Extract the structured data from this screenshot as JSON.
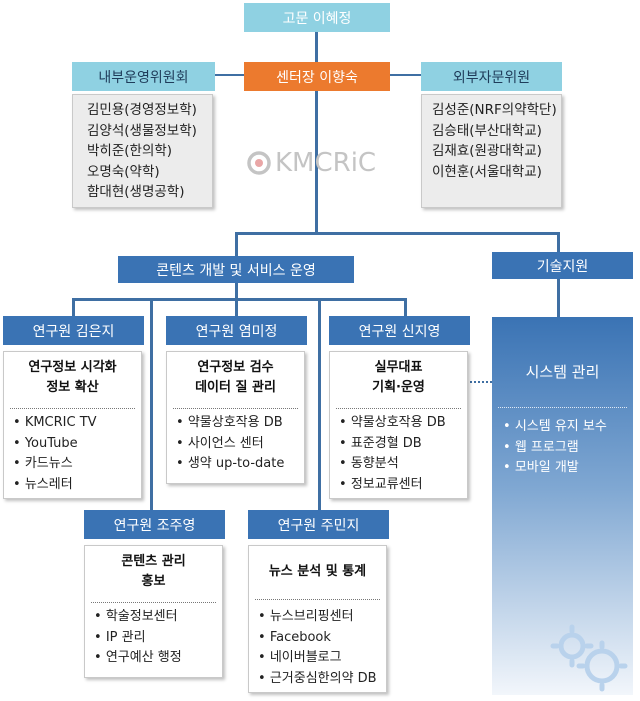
{
  "advisor": "고문 이혜정",
  "director": "센터장 이향숙",
  "internal_committee": {
    "title": "내부운영위원회",
    "members": [
      "김민용(경영정보학)",
      "김양석(생물정보학)",
      "박히준(한의학)",
      "오명숙(약학)",
      "함대현(생명공학)"
    ]
  },
  "external_committee": {
    "title": "외부자문위원",
    "members": [
      "김성준(NRF의약학단)",
      "김승태(부산대학교)",
      "김재효(원광대학교)",
      "이현훈(서울대학교)"
    ]
  },
  "logo_text": "KMCRiC",
  "content_dept": "콘텐츠 개발 및 서비스 운영",
  "tech_dept": "기술지원",
  "researchers": [
    {
      "name": "연구원 김은지",
      "duty": [
        "연구정보 시각화",
        "정보 확산"
      ],
      "items": [
        "KMCRIC TV",
        "YouTube",
        "카드뉴스",
        "뉴스레터"
      ]
    },
    {
      "name": "연구원 염미정",
      "duty": [
        "연구정보 검수",
        "데이터 질 관리"
      ],
      "items": [
        "약물상호작용 DB",
        "사이언스 센터",
        "생약 up-to-date"
      ]
    },
    {
      "name": "연구원 신지영",
      "duty": [
        "실무대표",
        "기획·운영"
      ],
      "items": [
        "약물상호작용 DB",
        "표준경혈 DB",
        "동향분석",
        "정보교류센터"
      ]
    },
    {
      "name": "연구원 조주영",
      "duty": [
        "콘텐츠 관리",
        "홍보"
      ],
      "items": [
        "학술정보센터",
        "IP 관리",
        "연구예산 행정"
      ]
    },
    {
      "name": "연구원 주민지",
      "duty": [
        "뉴스 분석 및 통계"
      ],
      "items": [
        "뉴스브리핑센터",
        "Facebook",
        "네이버블로그",
        "근거중심한의약 DB"
      ]
    }
  ],
  "system": {
    "title": "시스템 관리",
    "items": [
      "시스템 유지 보수",
      "웹 프로그램",
      "모바일 개발"
    ]
  },
  "colors": {
    "orange": "#ec7a2e",
    "cyan": "#8fd1e2",
    "blue": "#3a73b4"
  }
}
